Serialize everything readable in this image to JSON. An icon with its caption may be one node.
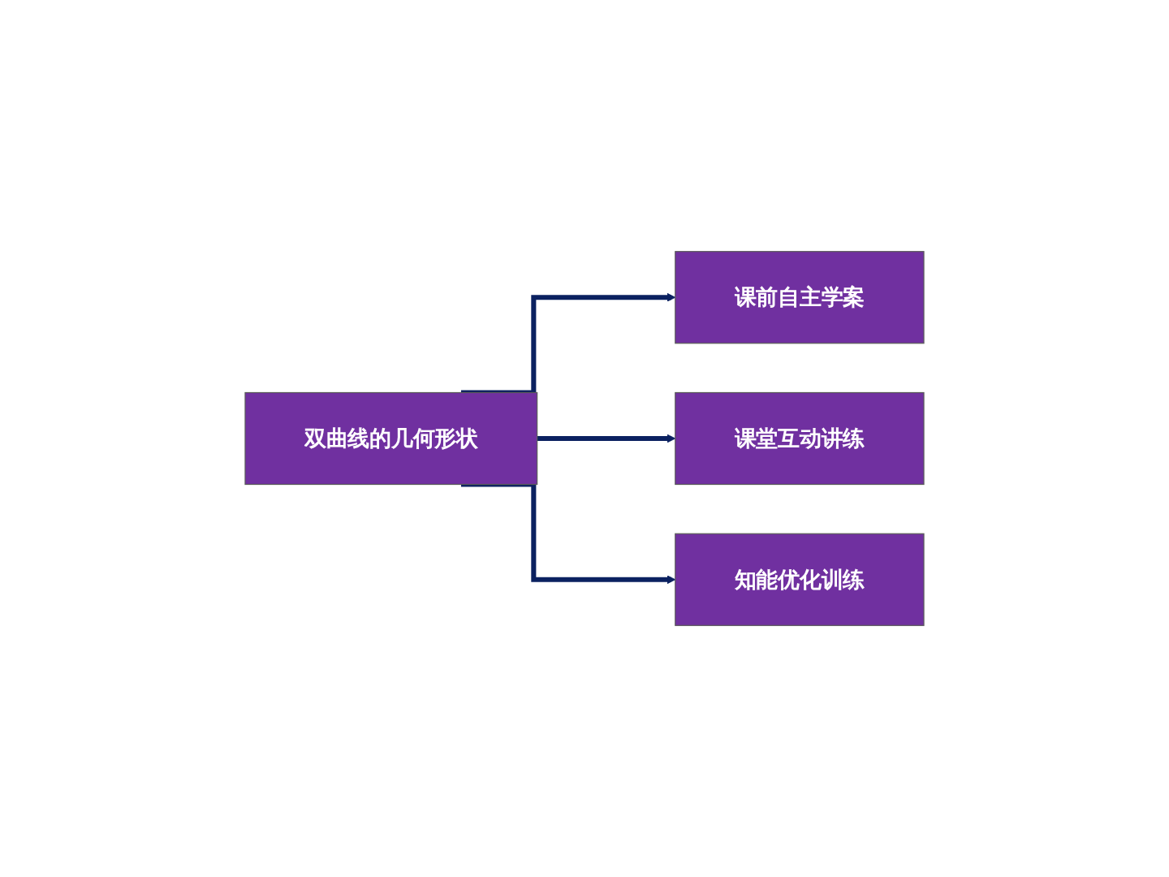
{
  "diagram": {
    "nodes": [
      {
        "text": [
          "双曲线的几何形状"
        ]
      },
      {
        "text": [
          "课前自主学案"
        ]
      },
      {
        "text": [
          "课堂互动讲练"
        ]
      },
      {
        "text": [
          "知能优化训练"
        ]
      }
    ],
    "edges": [
      {
        "from": 0,
        "to": 1,
        "arrow": "to"
      },
      {
        "from": 0,
        "to": 2,
        "arrow": "to"
      },
      {
        "from": 0,
        "to": 3,
        "arrow": "to"
      }
    ]
  }
}
